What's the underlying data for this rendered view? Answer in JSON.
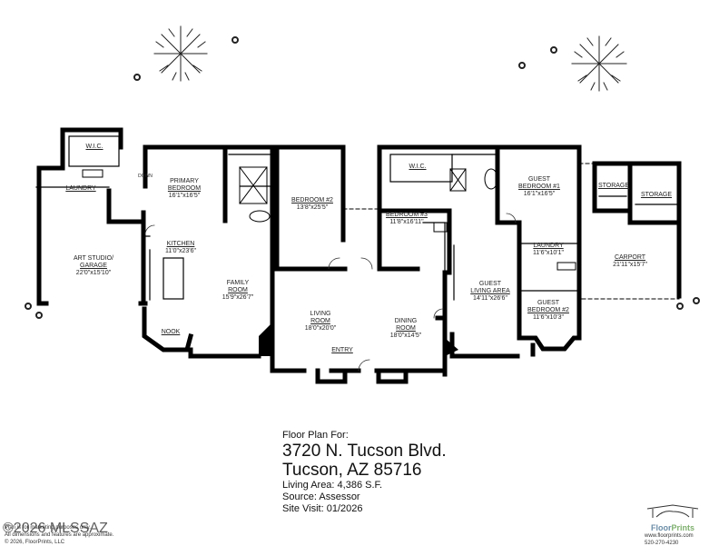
{
  "rooms": {
    "wic_left": {
      "name": "W.I.C.",
      "dims": ""
    },
    "laundry_left": {
      "name": "LAUNDRY",
      "dims": ""
    },
    "down": {
      "name": "DOWN"
    },
    "primary_bedroom": {
      "name": "PRIMARY BEDROOM",
      "line1": "PRIMARY",
      "line2": "BEDROOM",
      "dims": "16'1\"x16'5\""
    },
    "art_studio": {
      "line1": "ART STUDIO/",
      "line2": "GARAGE",
      "dims": "22'0\"x15'10\""
    },
    "kitchen": {
      "name": "KITCHEN",
      "dims": "11'0\"x23'6\""
    },
    "family_room": {
      "line1": "FAMILY",
      "line2": "ROOM",
      "dims": "15'9\"x26'7\""
    },
    "nook": {
      "name": "NOOK"
    },
    "bedroom2": {
      "name": "BEDROOM #2",
      "dims": "13'8\"x25'5\""
    },
    "living_room": {
      "line1": "LIVING",
      "line2": "ROOM",
      "dims": "18'0\"x20'0\""
    },
    "entry": {
      "name": "ENTRY"
    },
    "dining_room": {
      "line1": "DINING",
      "line2": "ROOM",
      "dims": "18'0\"x14'5\""
    },
    "wic_right": {
      "name": "W.I.C."
    },
    "bedroom3": {
      "name": "BEDROOM #3",
      "dims": "11'8\"x16'11\""
    },
    "guest_bedroom1": {
      "line1": "GUEST",
      "line2": "BEDROOM #1",
      "dims": "16'1\"x16'5\""
    },
    "laundry_right": {
      "name": "LAUNDRY",
      "dims": "11'6\"x10'1\""
    },
    "guest_living": {
      "line1": "GUEST",
      "line2": "LIVING AREA",
      "dims": "14'11\"x26'6\""
    },
    "guest_bedroom2": {
      "line1": "GUEST",
      "line2": "BEDROOM #2",
      "dims": "11'6\"x10'3\""
    },
    "storage1": {
      "name": "STORAGE"
    },
    "storage2": {
      "name": "STORAGE"
    },
    "carport": {
      "name": "CARPORT",
      "dims": "21'11\"x15'7\""
    }
  },
  "info": {
    "heading": "Floor Plan For:",
    "address_line1": "3720 N. Tucson Blvd.",
    "address_line2": "Tucson, AZ  85716",
    "living_area": "Living Area:  4,386 S.F.",
    "source": "Source:  Assessor",
    "site_visit": "Site Visit:  01/2026"
  },
  "disclaimer": {
    "line1": "Plan is for marketing purposes only.",
    "line2": "All dimensions and features are approximate.",
    "line3": "© 2026, FloorPrints, LLC"
  },
  "watermark": "©2026 MLSSAZ",
  "logo": {
    "brand_a": "Floor",
    "brand_b": "Prints",
    "website": "www.floorprints.com",
    "phone": "520-270-4230"
  }
}
